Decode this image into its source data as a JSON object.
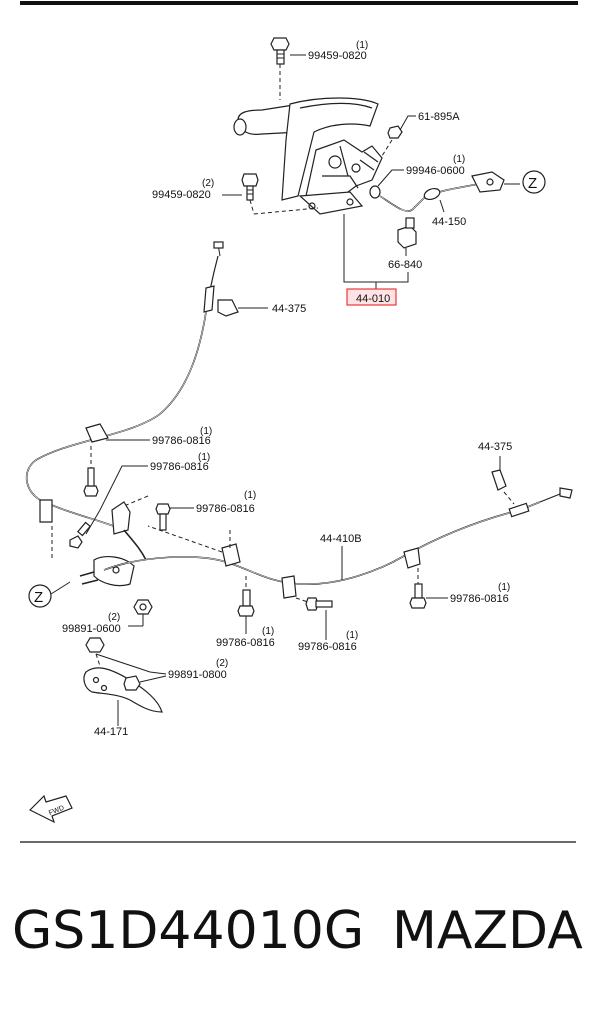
{
  "labels": {
    "bolt_top": {
      "part": "99459-0820",
      "qty": "(1)"
    },
    "nut_top": {
      "part": "61-895A"
    },
    "pin": {
      "part": "99946-0600",
      "qty": "(1)"
    },
    "bolt_left": {
      "part": "99459-0820",
      "qty": "(2)"
    },
    "cable_front": {
      "part": "44-150"
    },
    "switch": {
      "part": "66-840"
    },
    "lever": {
      "part": "44-010"
    },
    "clip_left": {
      "part": "44-375"
    },
    "bolt_a": {
      "part": "99786-0816",
      "qty": "(1)"
    },
    "bolt_b": {
      "part": "99786-0816",
      "qty": "(1)"
    },
    "bolt_c": {
      "part": "99786-0816",
      "qty": "(1)"
    },
    "clip_right": {
      "part": "44-375"
    },
    "cable_rear": {
      "part": "44-410B"
    },
    "nut_mid": {
      "part": "99891-0600",
      "qty": "(2)"
    },
    "bolt_d": {
      "part": "99786-0816",
      "qty": "(1)"
    },
    "bolt_e": {
      "part": "99786-0816",
      "qty": "(1)"
    },
    "bolt_f": {
      "part": "99786-0816",
      "qty": "(1)"
    },
    "nut_bottom": {
      "part": "99891-0800",
      "qty": "(2)"
    },
    "bracket": {
      "part": "44-171"
    },
    "z_mark": "Z",
    "fwd": "FWD"
  },
  "footer": {
    "part_number": "GS1D44010G",
    "brand": "MAZDA"
  },
  "colors": {
    "highlight": "#e8393a",
    "highlight_fill": "#fde3e3",
    "ink": "#222222"
  }
}
